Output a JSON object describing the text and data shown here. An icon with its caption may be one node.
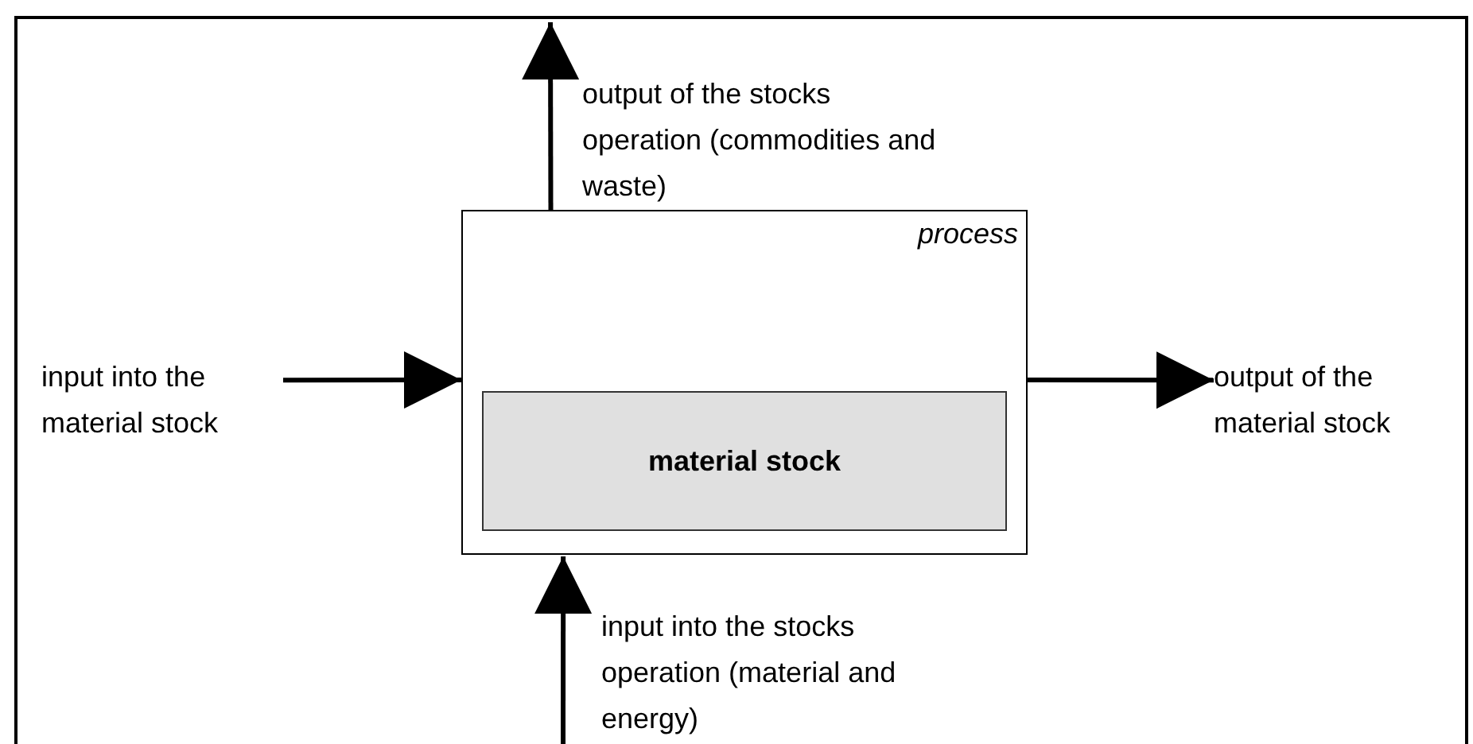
{
  "diagram": {
    "nodes": [
      {
        "text": [
          "process"
        ]
      },
      {
        "text": [
          "material stock"
        ],
        "in": 0
      },
      {
        "text": [
          "input into the material stock"
        ]
      },
      {
        "text": [
          "output of the material stock"
        ]
      }
    ],
    "edges": [
      {
        "from": 0,
        "to": null,
        "arrow": "to",
        "label": "output of the stocks operation (commodities and waste)"
      },
      {
        "from": 2,
        "to": 0,
        "arrow": "to"
      },
      {
        "from": 0,
        "to": 3,
        "arrow": "to"
      },
      {
        "from": null,
        "to": 0,
        "arrow": "to",
        "label": "input into the stocks operation (material and energy)"
      }
    ]
  }
}
